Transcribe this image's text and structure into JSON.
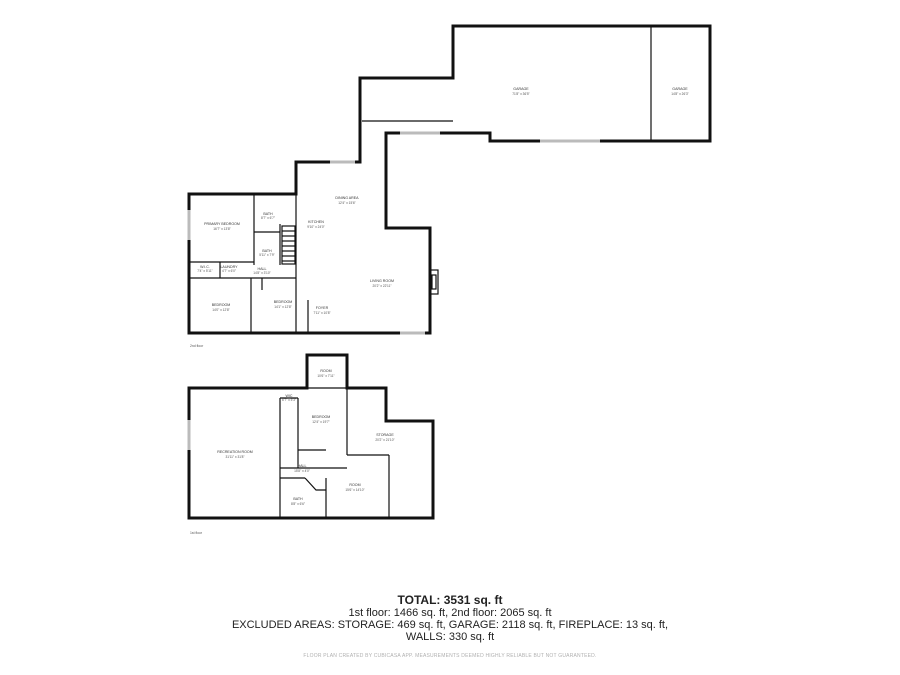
{
  "rooms": {
    "garage_main": {
      "name": "GARAGE",
      "dim": "71'8\" x 36'5\""
    },
    "garage_side": {
      "name": "GARAGE",
      "dim": "14'8\" x 26'3\""
    },
    "dining": {
      "name": "DINING AREA",
      "dim": "12'4\" x 15'6\""
    },
    "kitchen": {
      "name": "KITCHEN",
      "dim": "9'10\" x 24'0\""
    },
    "primary_bedroom": {
      "name": "PRIMARY BEDROOM",
      "dim": "16'7\" x 13'8\""
    },
    "bath_upper": {
      "name": "BATH",
      "dim": "8'7\" x 6'7\""
    },
    "bath_mid": {
      "name": "BATH",
      "dim": "5'11\" x 7'9\""
    },
    "wic": {
      "name": "W.I.C.",
      "dim": "7'4\" x 5'11\""
    },
    "laundry": {
      "name": "LAUNDRY",
      "dim": "4'7\" x 6'0\""
    },
    "hall_2nd": {
      "name": "HALL",
      "dim": "14'8\" x 3'10\""
    },
    "living": {
      "name": "LIVING ROOM",
      "dim": "20'2\" x 22'11\""
    },
    "bedroom_left": {
      "name": "BEDROOM",
      "dim": "14'0\" x 12'8\""
    },
    "bedroom_mid": {
      "name": "BEDROOM",
      "dim": "14'1\" x 12'8\""
    },
    "foyer": {
      "name": "FOYER",
      "dim": "7'11\" x 10'8\""
    },
    "room_top": {
      "name": "ROOM",
      "dim": "10'6\" x 7'11\""
    },
    "wic_1st": {
      "name": "WIC",
      "dim": "6'7\" x 5'3\""
    },
    "bedroom_1st": {
      "name": "BEDROOM",
      "dim": "12'4\" x 19'7\""
    },
    "storage": {
      "name": "STORAGE",
      "dim": "20'2\" x 21'10\""
    },
    "recreation": {
      "name": "RECREATION ROOM",
      "dim": "31'11\" x 31'8\""
    },
    "hall_1st": {
      "name": "HALL",
      "dim": "15'8\" x 4'0\""
    },
    "room_lower": {
      "name": "ROOM",
      "dim": "15'6\" x 14'10\""
    },
    "bath_1st": {
      "name": "BATH",
      "dim": "8'8\" x 6'6\""
    }
  },
  "floor_labels": {
    "upper": "2nd floor",
    "lower": "1st floor"
  },
  "totals": {
    "title": "TOTAL: 3531 sq. ft",
    "line1": "1st floor: 1466 sq. ft, 2nd floor: 2065 sq. ft",
    "line2": "EXCLUDED AREAS: STORAGE: 469 sq. ft, GARAGE: 2118 sq. ft, FIREPLACE: 13 sq. ft,",
    "line3": "WALLS: 330 sq. ft"
  },
  "disclaimer": "FLOOR PLAN CREATED BY CUBICASA APP. MEASUREMENTS DEEMED HIGHLY RELIABLE BUT NOT GUARANTEED."
}
